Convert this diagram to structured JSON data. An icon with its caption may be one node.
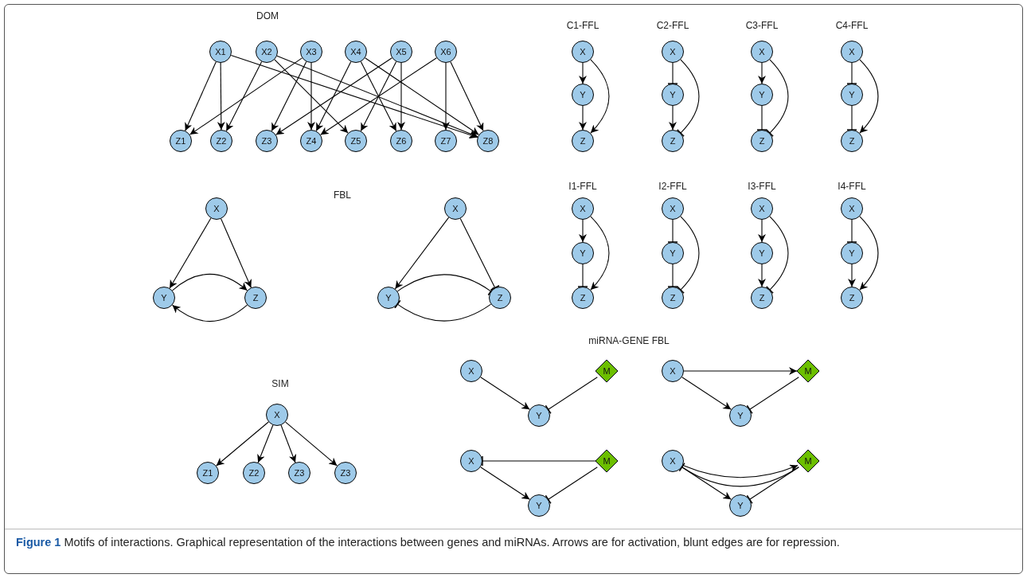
{
  "diagram": {
    "caption": "**Figure 1** Motifs of interactions. Graphical representation of the interactions between genes and miRNAs. Arrows are for activation, blunt edges are for repression.",
    "nodes": [
      {
        "text": [
          "X1"
        ]
      },
      {
        "text": [
          "X2"
        ]
      },
      {
        "text": [
          "X3"
        ]
      },
      {
        "text": [
          "X4"
        ]
      },
      {
        "text": [
          "X5"
        ]
      },
      {
        "text": [
          "X6"
        ]
      },
      {
        "text": [
          "Z1"
        ]
      },
      {
        "text": [
          "Z2"
        ]
      },
      {
        "text": [
          "Z3"
        ]
      },
      {
        "text": [
          "Z4"
        ]
      },
      {
        "text": [
          "Z5"
        ]
      },
      {
        "text": [
          "Z6"
        ]
      },
      {
        "text": [
          "Z7"
        ]
      },
      {
        "text": [
          "Z8"
        ]
      },
      {
        "text": [
          "X"
        ]
      },
      {
        "text": [
          "Y"
        ]
      },
      {
        "text": [
          "Z"
        ]
      },
      {
        "text": [
          "X"
        ]
      },
      {
        "text": [
          "Y"
        ]
      },
      {
        "text": [
          "Z"
        ]
      },
      {
        "text": [
          "X"
        ]
      },
      {
        "text": [
          "Y"
        ]
      },
      {
        "text": [
          "Z"
        ]
      },
      {
        "text": [
          "X"
        ]
      },
      {
        "text": [
          "Y"
        ]
      },
      {
        "text": [
          "Z"
        ]
      },
      {
        "text": [
          "X"
        ]
      },
      {
        "text": [
          "Y"
        ]
      },
      {
        "text": [
          "Z"
        ]
      },
      {
        "text": [
          "X"
        ]
      },
      {
        "text": [
          "Y"
        ]
      },
      {
        "text": [
          "Z"
        ]
      },
      {
        "text": [
          "X"
        ]
      },
      {
        "text": [
          "Y"
        ]
      },
      {
        "text": [
          "Z"
        ]
      },
      {
        "text": [
          "X"
        ]
      },
      {
        "text": [
          "Y"
        ]
      },
      {
        "text": [
          "Z"
        ]
      },
      {
        "text": [
          "X"
        ]
      },
      {
        "text": [
          "Y"
        ]
      },
      {
        "text": [
          "Z"
        ]
      },
      {
        "text": [
          "X"
        ]
      },
      {
        "text": [
          "Y"
        ]
      },
      {
        "text": [
          "Z"
        ]
      },
      {
        "text": [
          "X"
        ]
      },
      {
        "text": [
          "Z1"
        ]
      },
      {
        "text": [
          "Z2"
        ]
      },
      {
        "text": [
          "Z3"
        ]
      },
      {
        "text": [
          "Z3"
        ]
      },
      {
        "text": [
          "X"
        ]
      },
      {
        "text": [
          "M"
        ]
      },
      {
        "text": [
          "Y"
        ]
      },
      {
        "text": [
          "X"
        ]
      },
      {
        "text": [
          "M"
        ]
      },
      {
        "text": [
          "Y"
        ]
      },
      {
        "text": [
          "X"
        ]
      },
      {
        "text": [
          "M"
        ]
      },
      {
        "text": [
          "Y"
        ]
      },
      {
        "text": [
          "X"
        ]
      },
      {
        "text": [
          "M"
        ]
      },
      {
        "text": [
          "Y"
        ]
      }
    ],
    "edges": [
      {
        "from": 0,
        "to": 6,
        "arrow": "to"
      },
      {
        "from": 0,
        "to": 7,
        "arrow": "to"
      },
      {
        "from": 0,
        "to": 13,
        "arrow": "to"
      },
      {
        "from": 1,
        "to": 7,
        "arrow": "to"
      },
      {
        "from": 1,
        "to": 10,
        "arrow": "to"
      },
      {
        "from": 1,
        "to": 13,
        "arrow": "to"
      },
      {
        "from": 2,
        "to": 6,
        "arrow": "to"
      },
      {
        "from": 2,
        "to": 8,
        "arrow": "to"
      },
      {
        "from": 2,
        "to": 9,
        "arrow": "to"
      },
      {
        "from": 3,
        "to": 9,
        "arrow": "to"
      },
      {
        "from": 3,
        "to": 11,
        "arrow": "to"
      },
      {
        "from": 3,
        "to": 13,
        "arrow": "to"
      },
      {
        "from": 4,
        "to": 8,
        "arrow": "to"
      },
      {
        "from": 4,
        "to": 10,
        "arrow": "to"
      },
      {
        "from": 4,
        "to": 11,
        "arrow": "to"
      },
      {
        "from": 5,
        "to": 9,
        "arrow": "to"
      },
      {
        "from": 5,
        "to": 12,
        "arrow": "to"
      },
      {
        "from": 5,
        "to": 13,
        "arrow": "to"
      },
      {
        "from": 14,
        "to": 15,
        "arrow": "to"
      },
      {
        "from": 15,
        "to": 16,
        "arrow": "to"
      },
      {
        "from": 14,
        "to": 16,
        "arrow": "to"
      },
      {
        "from": 17,
        "to": 18,
        "arrow": "other"
      },
      {
        "from": 18,
        "to": 19,
        "arrow": "to"
      },
      {
        "from": 17,
        "to": 19,
        "arrow": "other"
      },
      {
        "from": 20,
        "to": 21,
        "arrow": "to"
      },
      {
        "from": 21,
        "to": 22,
        "arrow": "other"
      },
      {
        "from": 20,
        "to": 22,
        "arrow": "other"
      },
      {
        "from": 23,
        "to": 24,
        "arrow": "other"
      },
      {
        "from": 24,
        "to": 25,
        "arrow": "other"
      },
      {
        "from": 23,
        "to": 25,
        "arrow": "to"
      },
      {
        "from": 26,
        "to": 27,
        "arrow": "to"
      },
      {
        "from": 26,
        "to": 28,
        "arrow": "to"
      },
      {
        "from": 27,
        "to": 28,
        "arrow": "to"
      },
      {
        "from": 28,
        "to": 27,
        "arrow": "to"
      },
      {
        "from": 29,
        "to": 30,
        "arrow": "to"
      },
      {
        "from": 29,
        "to": 31,
        "arrow": "other"
      },
      {
        "from": 30,
        "to": 31,
        "arrow": "other"
      },
      {
        "from": 31,
        "to": 30,
        "arrow": "other"
      },
      {
        "from": 32,
        "to": 33,
        "arrow": "to"
      },
      {
        "from": 33,
        "to": 34,
        "arrow": "other"
      },
      {
        "from": 32,
        "to": 34,
        "arrow": "to"
      },
      {
        "from": 35,
        "to": 36,
        "arrow": "other"
      },
      {
        "from": 36,
        "to": 37,
        "arrow": "other"
      },
      {
        "from": 35,
        "to": 37,
        "arrow": "other"
      },
      {
        "from": 38,
        "to": 39,
        "arrow": "to"
      },
      {
        "from": 39,
        "to": 40,
        "arrow": "to"
      },
      {
        "from": 38,
        "to": 40,
        "arrow": "other"
      },
      {
        "from": 41,
        "to": 42,
        "arrow": "other"
      },
      {
        "from": 42,
        "to": 43,
        "arrow": "to"
      },
      {
        "from": 41,
        "to": 43,
        "arrow": "to"
      },
      {
        "from": 44,
        "to": 45,
        "arrow": "to"
      },
      {
        "from": 44,
        "to": 46,
        "arrow": "to"
      },
      {
        "from": 44,
        "to": 47,
        "arrow": "to"
      },
      {
        "from": 44,
        "to": 48,
        "arrow": "to"
      },
      {
        "from": 49,
        "to": 51,
        "arrow": "to"
      },
      {
        "from": 50,
        "to": 51,
        "arrow": "other"
      },
      {
        "from": 52,
        "to": 53,
        "arrow": "to"
      },
      {
        "from": 52,
        "to": 54,
        "arrow": "to"
      },
      {
        "from": 53,
        "to": 54,
        "arrow": "other"
      },
      {
        "from": 56,
        "to": 55,
        "arrow": "other"
      },
      {
        "from": 55,
        "to": 57,
        "arrow": "to"
      },
      {
        "from": 56,
        "to": 57,
        "arrow": "other"
      },
      {
        "from": 59,
        "to": 58,
        "arrow": "other"
      },
      {
        "from": 58,
        "to": 59,
        "arrow": "to"
      },
      {
        "from": 58,
        "to": 60,
        "arrow": "to"
      },
      {
        "from": 59,
        "to": 60,
        "arrow": "other"
      }
    ],
    "labels": [
      "DOM",
      "C1-FFL",
      "C2-FFL",
      "C3-FFL",
      "C4-FFL",
      "FBL",
      "I1-FFL",
      "I2-FFL",
      "I3-FFL",
      "I4-FFL",
      "miRNA-GENE FBL",
      "SIM"
    ]
  }
}
